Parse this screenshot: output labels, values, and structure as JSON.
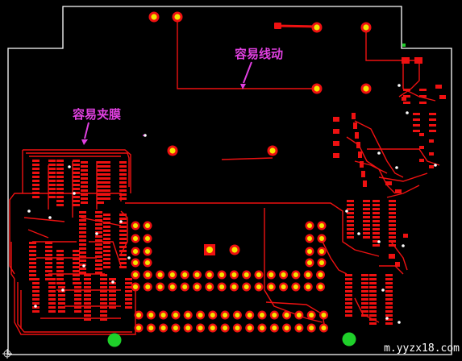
{
  "annotations": {
    "line_move_label": "容易线动",
    "film_clip_label": "容易夹膜"
  },
  "watermark": "m.yyzx18.com",
  "colors": {
    "background": "#000000",
    "board_outline": "#ffffff",
    "trace": "#ee1111",
    "pad_ring": "#ee1111",
    "pad_hole": "#f2e600",
    "annotation": "#e040e0",
    "mount_pad": "#1fd02a"
  }
}
